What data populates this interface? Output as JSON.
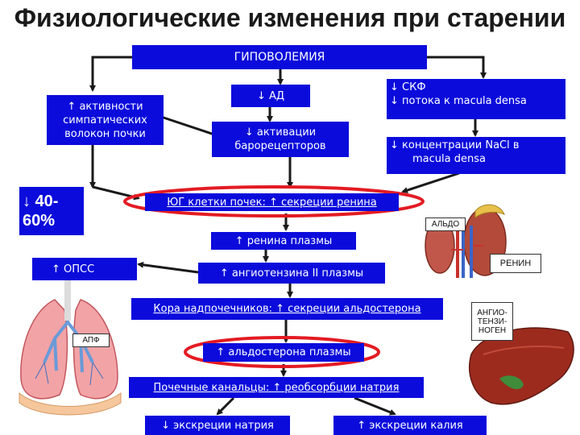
{
  "title": "Физиологические изменения при старении",
  "hypovolemia": "ГИПОВОЛЕМИЯ",
  "sympathetic": [
    "↑ активности",
    "симпатических",
    "волокон почки"
  ],
  "bp": "↓ АД",
  "baroreceptors": [
    "↓ активации",
    "барорецепторов"
  ],
  "gfr": [
    "↓ СКФ",
    "↓ потока к macula densa"
  ],
  "nacl": [
    "↓ концентрации NaCl в",
    "macula densa"
  ],
  "decrease_percent": [
    "↓ 40-",
    "60%"
  ],
  "jga": "ЮГ клетки почек: ↑ секреции ренина",
  "plasma_renin": "↑ ренина плазмы",
  "opss": "↑ ОПСС",
  "angiotensin": "↑ ангиотензина II плазмы",
  "adrenal_cortex": "Кора надпочечников: ↑ секреции альдостерона",
  "aldosterone": "↑ альдостерона плазмы",
  "tubules": "Почечные канальцы: ↑ реобсорбции натрия",
  "na_excretion": "↓ экскреции натрия",
  "k_excretion": "↑ экскреции калия",
  "labels": {
    "aldo": "АЛЬДО",
    "renin": "РЕНИН",
    "angiotensinogen": [
      "АНГИО-",
      "ТЕНЗИ-",
      "НОГЕН"
    ],
    "apf": "АПФ"
  },
  "colors": {
    "box": "#0b0bdc",
    "arrow": "#1a1a1a",
    "highlight": "#e31b23"
  }
}
